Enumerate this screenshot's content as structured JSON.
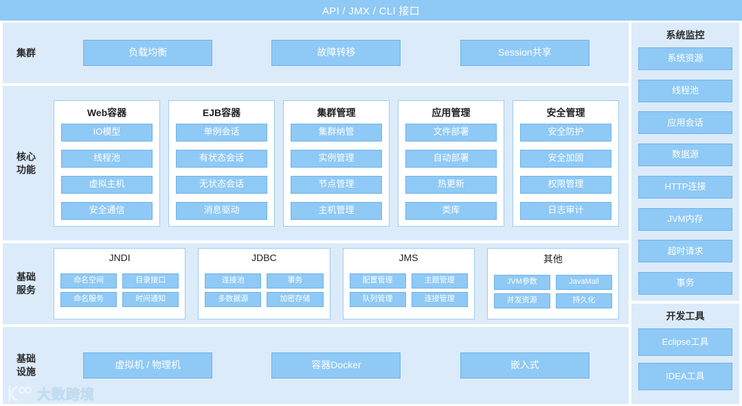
{
  "header": {
    "title": "API / JMX / CLI 接口"
  },
  "bands": [
    {
      "label": "集群",
      "items": [
        "负载均衡",
        "故障转移",
        "Session共享"
      ]
    },
    {
      "label": "核心\n功能",
      "label_line1": "核心",
      "label_line2": "功能",
      "cards": [
        {
          "title": "Web容器",
          "items": [
            "IO模型",
            "线程池",
            "虚拟主机",
            "安全通信"
          ]
        },
        {
          "title": "EJB容器",
          "items": [
            "单例会话",
            "有状态会话",
            "无状态会话",
            "消息驱动"
          ]
        },
        {
          "title": "集群管理",
          "items": [
            "集群纳管",
            "实例管理",
            "节点管理",
            "主机管理"
          ]
        },
        {
          "title": "应用管理",
          "items": [
            "文件部署",
            "自动部署",
            "热更新",
            "类库"
          ]
        },
        {
          "title": "安全管理",
          "items": [
            "安全防护",
            "安全加固",
            "权限管理",
            "日志审计"
          ]
        }
      ]
    },
    {
      "label_line1": "基础",
      "label_line2": "服务",
      "cards": [
        {
          "title": "JNDI",
          "items": [
            "命名空间",
            "目录接口",
            "命名服务",
            "时间通知"
          ]
        },
        {
          "title": "JDBC",
          "items": [
            "连接池",
            "事务",
            "多数据源",
            "加密存储"
          ]
        },
        {
          "title": "JMS",
          "items": [
            "配置管理",
            "主题管理",
            "队列管理",
            "连接管理"
          ]
        },
        {
          "title": "其他",
          "items": [
            "JVM参数",
            "JavaMall",
            "并发资源",
            "持久化"
          ]
        }
      ]
    },
    {
      "label_line1": "基础",
      "label_line2": "设施",
      "items": [
        "虚拟机 / 物理机",
        "容器Docker",
        "嵌入式"
      ]
    }
  ],
  "sidebar": {
    "monitor": {
      "title": "系统监控",
      "items": [
        "系统资源",
        "线程池",
        "应用会话",
        "数据源",
        "HTTP连接",
        "JVM内存",
        "超时请求",
        "事务"
      ]
    },
    "tools": {
      "title": "开发工具",
      "items": [
        "Eclipse工具",
        "IDEA工具"
      ]
    }
  },
  "watermark": {
    "text": "大数跨境"
  },
  "colors": {
    "accent": "#8FC9F5",
    "accent_border": "#6FB2E8",
    "band_bg": "#DCEBFA",
    "card_bg": "#FFFFFF",
    "card_border": "#9CCBF0",
    "title_text": "#1F1F1F",
    "pill_text": "#FFFFFF"
  }
}
